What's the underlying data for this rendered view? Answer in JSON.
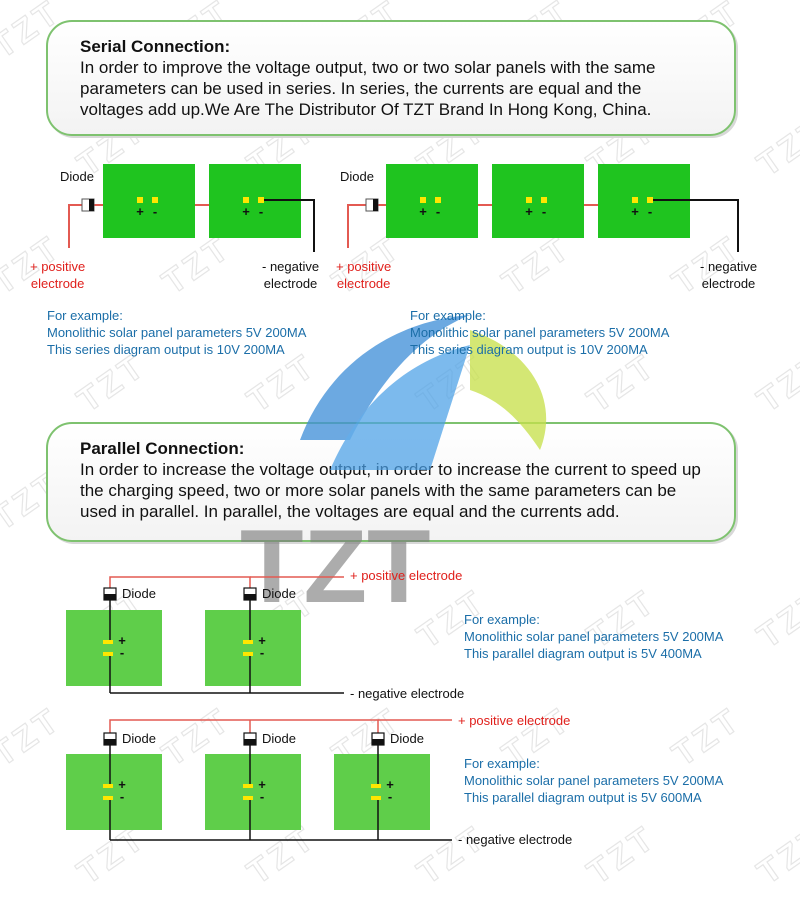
{
  "watermark": {
    "tile_text": "TZT",
    "logo_text": "TZT"
  },
  "serial": {
    "heading": "Serial Connection:",
    "body": "In order to improve the voltage output, two or two solar panels with the same parameters can be used in series. In series, the currents are equal and the voltages add up.We Are The Distributor Of TZT Brand In Hong Kong, China.",
    "left": {
      "diode_label": "Diode",
      "positive_label": [
        "+ positive",
        "electrode"
      ],
      "negative_label": [
        "- negative",
        "electrode"
      ],
      "example": [
        "For example:",
        "Monolithic solar panel parameters 5V 200MA",
        "This series diagram output is 10V 200MA"
      ]
    },
    "right": {
      "diode_label": "Diode",
      "positive_label": [
        "+ positive",
        "electrode"
      ],
      "negative_label": [
        "- negative",
        "electrode"
      ],
      "example": [
        "For example:",
        "Monolithic solar panel parameters 5V 200MA",
        "This series diagram output is 10V 200MA"
      ]
    },
    "terminal_plus": "+",
    "terminal_minus": "-"
  },
  "parallel": {
    "heading": "Parallel Connection:",
    "body": "In order to increase the voltage output, in order to increase the current to speed up the charging speed, two or more solar panels with the same parameters can be used in parallel. In parallel, the voltages are equal and the currents add.",
    "two": {
      "diode_labels": [
        "Diode",
        "Diode"
      ],
      "positive_label": "+ positive electrode",
      "negative_label": "- negative electrode",
      "example": [
        "For example:",
        "Monolithic solar panel parameters 5V 200MA",
        "This parallel diagram output is 5V 400MA"
      ]
    },
    "three": {
      "diode_labels": [
        "Diode",
        "Diode",
        "Diode"
      ],
      "positive_label": "+ positive electrode",
      "negative_label": "- negative electrode",
      "example": [
        "For example:",
        "Monolithic solar panel parameters 5V 200MA",
        "This parallel diagram output is 5V 600MA"
      ]
    },
    "terminal_plus": "+",
    "terminal_minus": "-"
  },
  "colors": {
    "panel_green": "#1fc41f",
    "panel_green_light": "#5fce4a",
    "positive_wire": "#e35a52",
    "negative_wire": "#111111",
    "terminal_yellow": "#ffe600",
    "callout_border": "#7ec26f",
    "example_text": "#1b6ea8",
    "red_text": "#e0201c"
  }
}
